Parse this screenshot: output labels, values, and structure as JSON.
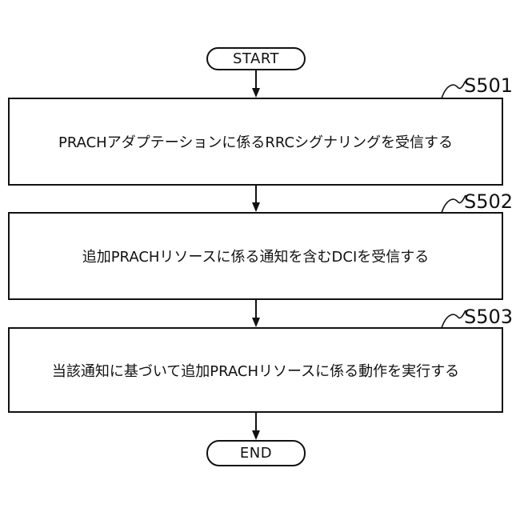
{
  "diagram": {
    "type": "flowchart",
    "start_label": "START",
    "end_label": "END",
    "steps": [
      {
        "id": "S501",
        "text": "PRACHアダプテーションに係るRRCシグナリングを受信する"
      },
      {
        "id": "S502",
        "text": "追加PRACHリソースに係る通知を含むDCIを受信する"
      },
      {
        "id": "S503",
        "text": "当該通知に基づいて追加PRACHリソースに係る動作を実行する"
      }
    ],
    "colors": {
      "line": "#111111",
      "text": "#111111",
      "background": "#ffffff"
    }
  }
}
